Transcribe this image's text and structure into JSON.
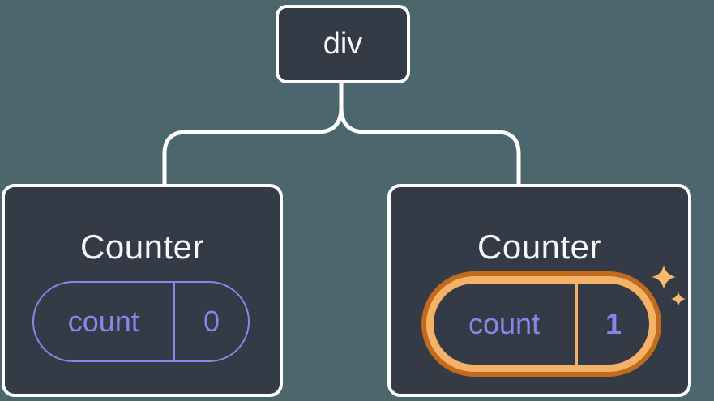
{
  "diagram": {
    "description": "React component tree with state",
    "background": "#4c666e"
  },
  "colors": {
    "card_bg": "#343a46",
    "card_border": "#ffffff",
    "connector": "#ffffff",
    "text": "#f6f7f9",
    "state_purple": "#8588e8",
    "highlight_orange_dark": "#c06b1e",
    "highlight_orange_light": "#f5b166",
    "sparkle": "#f8bb6a"
  },
  "root_node": {
    "label": "div"
  },
  "children": [
    {
      "title": "Counter",
      "state": {
        "name": "count",
        "value": "0"
      },
      "highlighted": false
    },
    {
      "title": "Counter",
      "state": {
        "name": "count",
        "value": "1"
      },
      "highlighted": true
    }
  ]
}
